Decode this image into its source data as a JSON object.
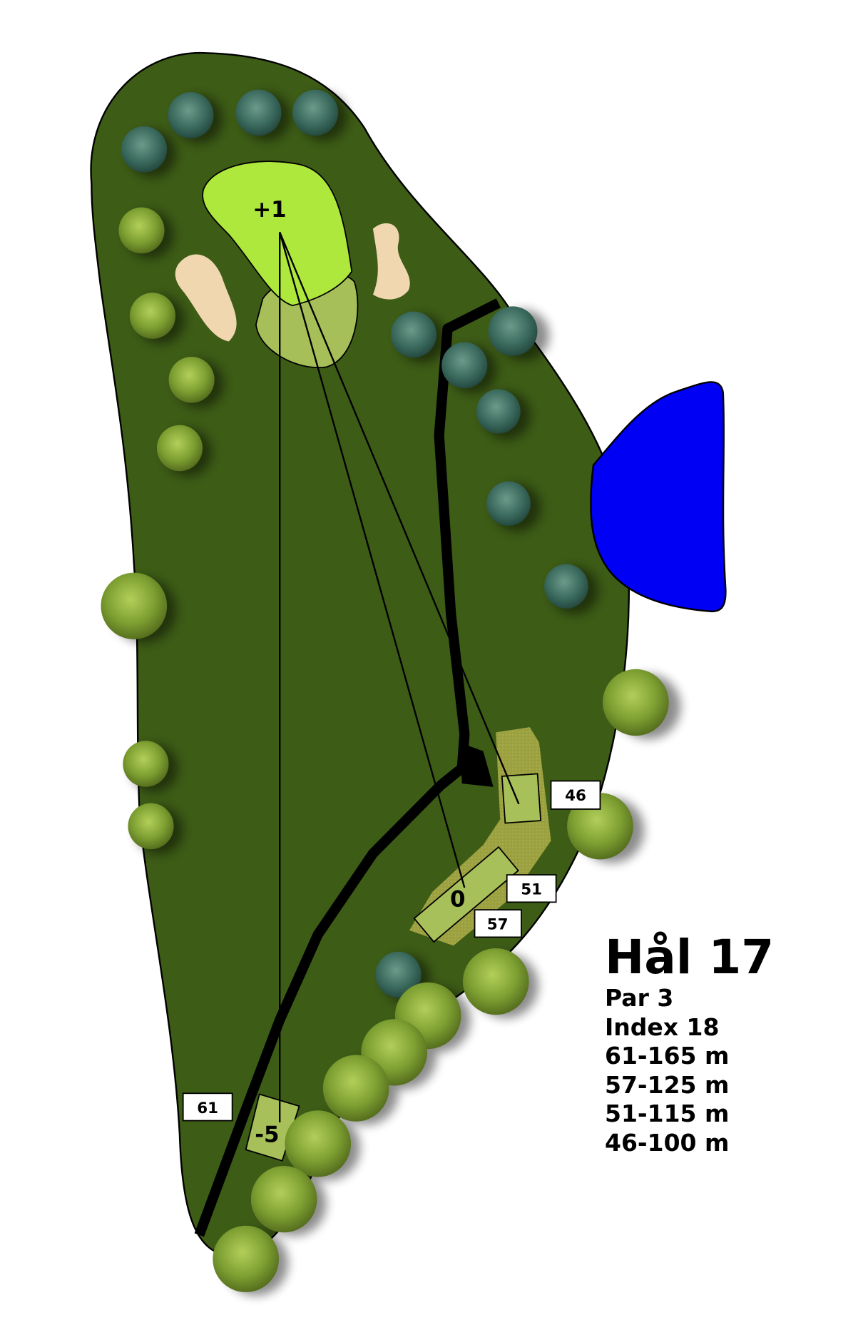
{
  "hole": {
    "title": "Hål 17",
    "par": "Par 3",
    "index": "Index 18",
    "distances": [
      "61-165 m",
      "57-125 m",
      "51-115 m",
      "46-100 m"
    ]
  },
  "map": {
    "green_label": "+1",
    "fairway_marker": "0",
    "back_tee_marker": "-5",
    "tee_labels": {
      "t46": "46",
      "t51": "51",
      "t57": "57",
      "t61": "61"
    }
  },
  "colors": {
    "rough": "#3d5c16",
    "green": "#aee83c",
    "fringe": "#a7bf58",
    "bunker": "#f0d7b0",
    "water": "#0000f5",
    "tee": "#a7c05a"
  }
}
